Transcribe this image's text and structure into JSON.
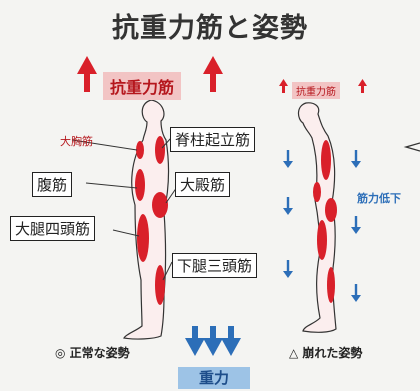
{
  "title": "抗重力筋と姿勢",
  "header_left": "抗重力筋",
  "header_right": "抗重力筋",
  "labels": {
    "pectoralis": "大胸筋",
    "erector_spinae": "脊柱起立筋",
    "abdominal": "腹筋",
    "gluteus": "大殿筋",
    "quadriceps": "大腿四頭筋",
    "triceps_surae": "下腿三頭筋"
  },
  "side_note": "筋力低下",
  "bottom": {
    "left": "◎ 正常な姿勢",
    "right": "△ 崩れた姿勢",
    "gravity": "重力"
  },
  "colors": {
    "muscle_red": "#d9202a",
    "up_arrow_red": "#d9202a",
    "down_arrow_blue": "#2c6eb8",
    "gravity_bg": "#9dc3e6",
    "header_bg": "#f2c4c4"
  }
}
